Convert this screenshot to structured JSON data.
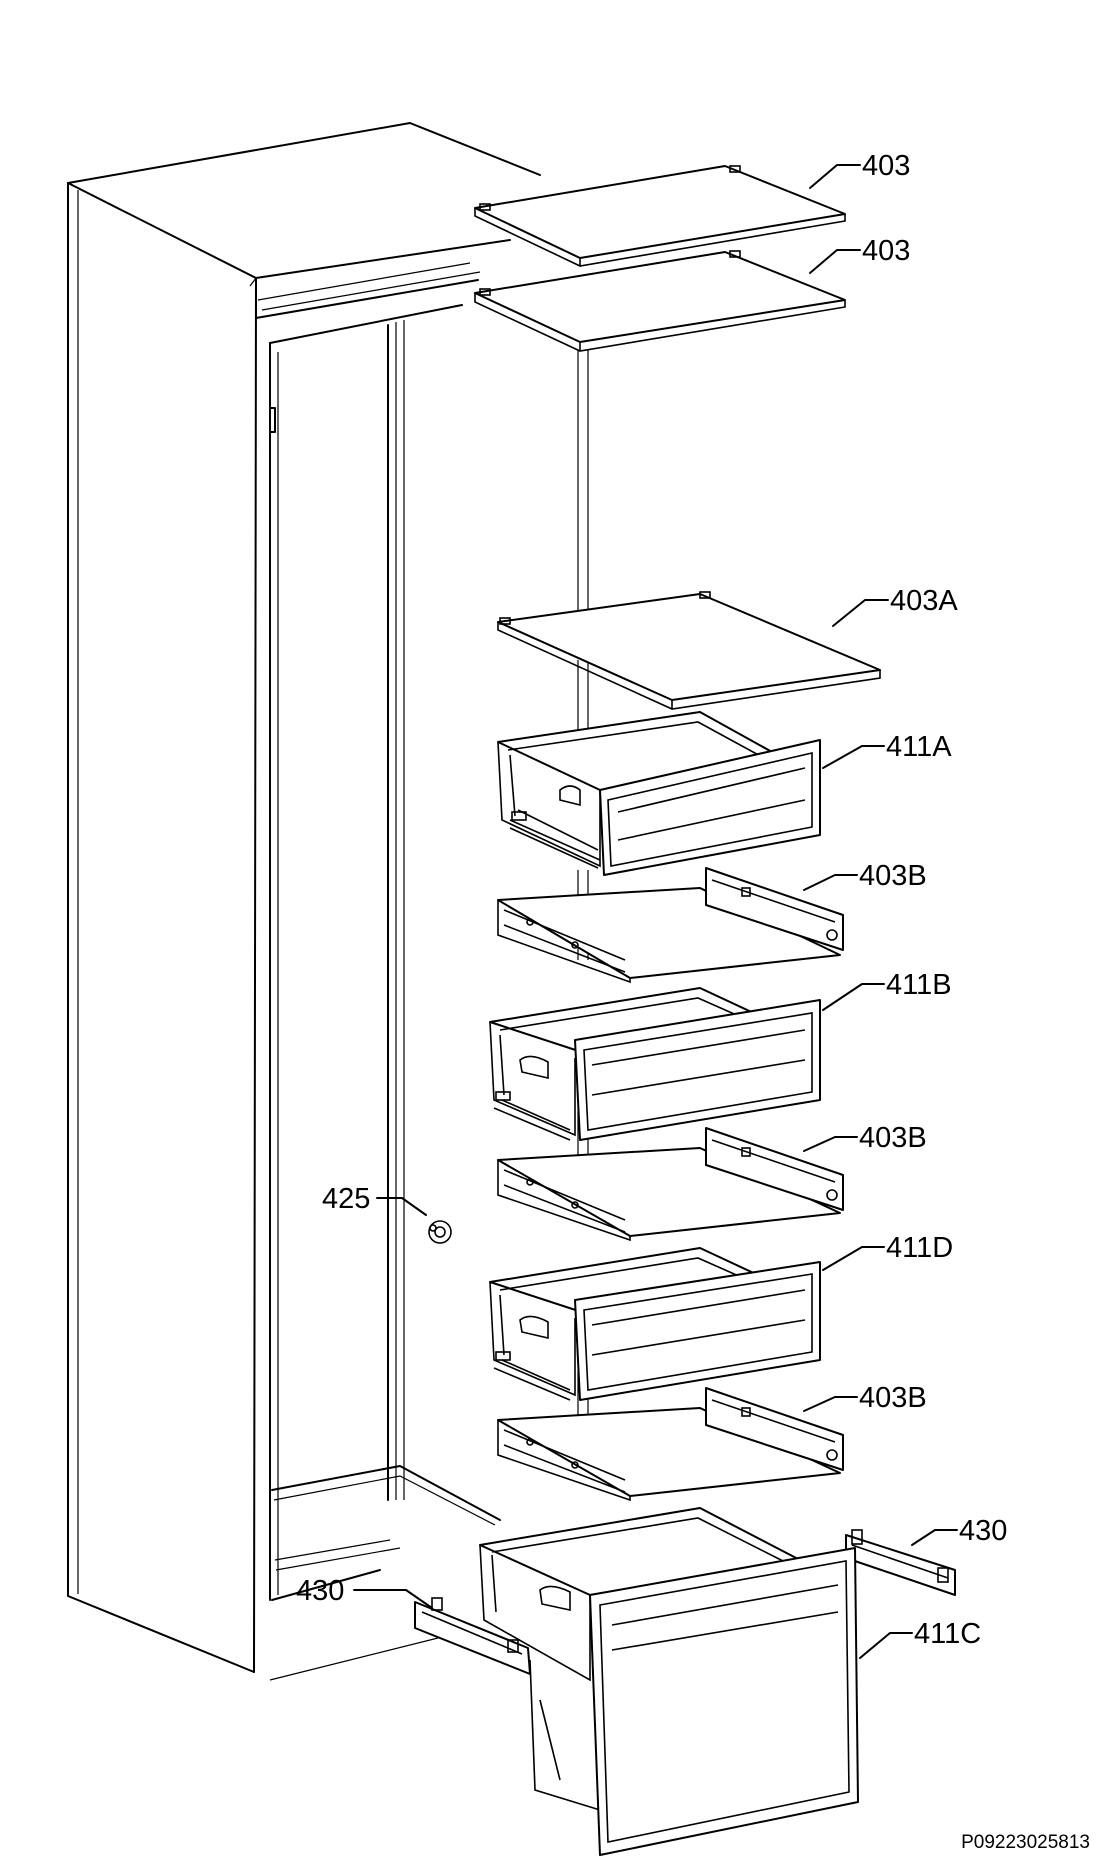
{
  "diagram": {
    "drawing_code": "P09223025813",
    "callouts": [
      {
        "id": "shelf-top-1",
        "text": "403"
      },
      {
        "id": "shelf-top-2",
        "text": "403"
      },
      {
        "id": "shelf-glass-a",
        "text": "403A"
      },
      {
        "id": "drawer-a",
        "text": "411A"
      },
      {
        "id": "shelf-b-1",
        "text": "403B"
      },
      {
        "id": "drawer-b",
        "text": "411B"
      },
      {
        "id": "shelf-b-2",
        "text": "403B"
      },
      {
        "id": "drawer-d",
        "text": "411D"
      },
      {
        "id": "shelf-b-3",
        "text": "403B"
      },
      {
        "id": "rail-right",
        "text": "430"
      },
      {
        "id": "drawer-c",
        "text": "411C"
      },
      {
        "id": "rail-left",
        "text": "430"
      },
      {
        "id": "fastener",
        "text": "425"
      }
    ]
  }
}
